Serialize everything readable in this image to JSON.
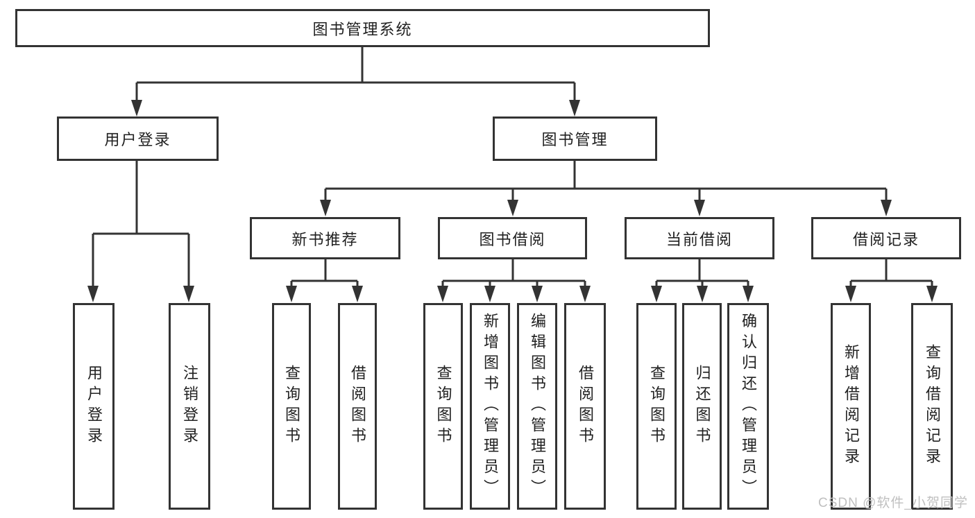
{
  "tree": {
    "root": {
      "label": "图书管理系统",
      "children": [
        {
          "label": "用户登录",
          "children": [
            {
              "label": "用户登录"
            },
            {
              "label": "注销登录"
            }
          ]
        },
        {
          "label": "图书管理",
          "children": [
            {
              "label": "新书推荐",
              "children": [
                {
                  "label": "查询图书"
                },
                {
                  "label": "借阅图书"
                }
              ]
            },
            {
              "label": "图书借阅",
              "children": [
                {
                  "label": "查询图书"
                },
                {
                  "label": "新增图书（管理员）"
                },
                {
                  "label": "编辑图书（管理员）"
                },
                {
                  "label": "借阅图书"
                }
              ]
            },
            {
              "label": "当前借阅",
              "children": [
                {
                  "label": "查询图书"
                },
                {
                  "label": "归还图书"
                },
                {
                  "label": "确认归还（管理员）"
                }
              ]
            },
            {
              "label": "借阅记录",
              "children": [
                {
                  "label": "新增借阅记录"
                },
                {
                  "label": "查询借阅记录"
                }
              ]
            }
          ]
        }
      ]
    }
  },
  "watermark": {
    "text": "CSDN @软件_小贺同学"
  },
  "colors": {
    "line": "#333333",
    "box_border": "#333333",
    "text": "#212121",
    "background": "#ffffff",
    "watermark": "#c0c0c0"
  }
}
